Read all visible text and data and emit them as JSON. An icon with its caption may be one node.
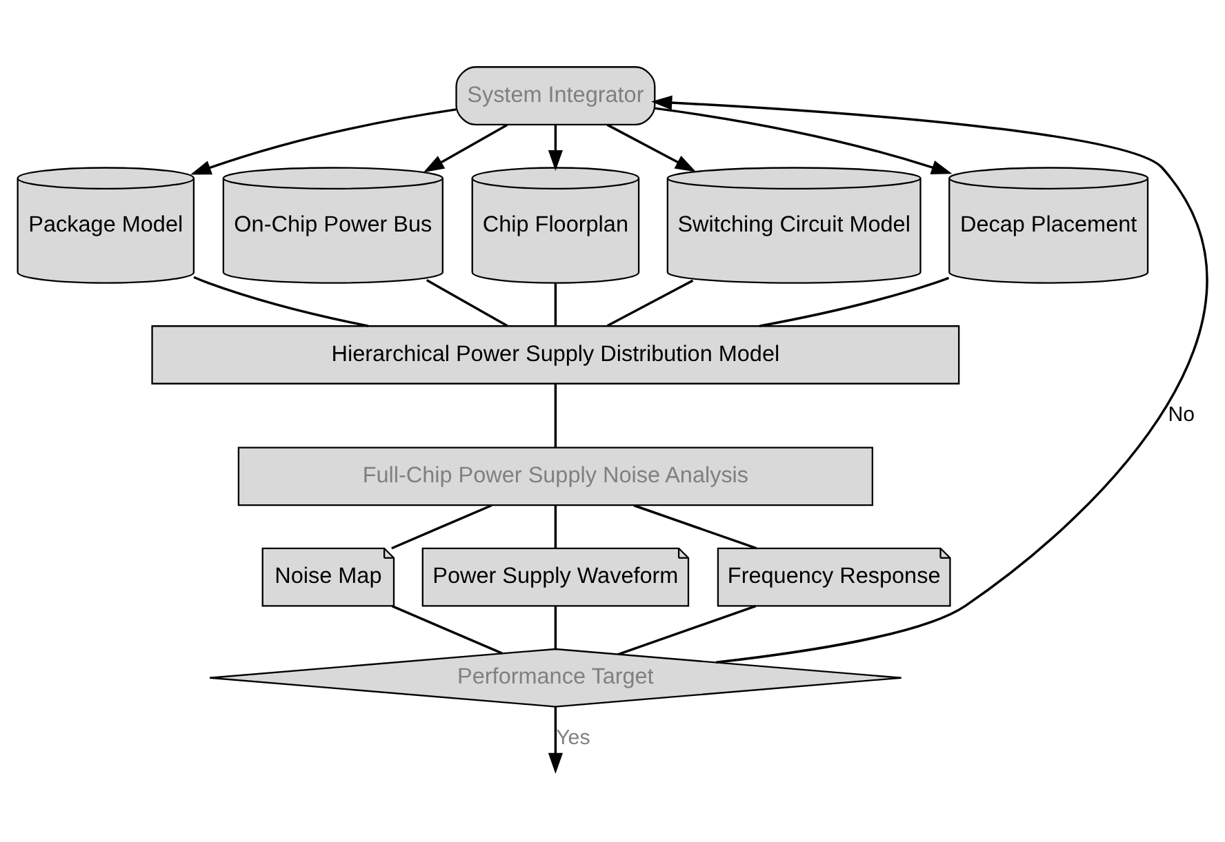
{
  "diagram": {
    "nodes": [
      {
        "text": [
          "System Integrator"
        ]
      },
      {
        "text": [
          "Package Model"
        ]
      },
      {
        "text": [
          "On-Chip Power Bus"
        ]
      },
      {
        "text": [
          "Chip Floorplan"
        ]
      },
      {
        "text": [
          "Switching Circuit Model"
        ]
      },
      {
        "text": [
          "Decap Placement"
        ]
      },
      {
        "text": [
          "Hierarchical Power Supply Distribution Model"
        ]
      },
      {
        "text": [
          "Full-Chip Power Supply Noise Analysis"
        ]
      },
      {
        "text": [
          "Noise Map"
        ]
      },
      {
        "text": [
          "Power Supply Waveform"
        ]
      },
      {
        "text": [
          "Frequency Response"
        ]
      },
      {
        "text": [
          "Performance Target"
        ]
      }
    ],
    "edges": [
      {
        "from": 0,
        "to": 1,
        "arrow": "to"
      },
      {
        "from": 0,
        "to": 2,
        "arrow": "to"
      },
      {
        "from": 0,
        "to": 3,
        "arrow": "to"
      },
      {
        "from": 0,
        "to": 4,
        "arrow": "to"
      },
      {
        "from": 0,
        "to": 5,
        "arrow": "to"
      },
      {
        "from": 1,
        "to": 6,
        "arrow": "none"
      },
      {
        "from": 2,
        "to": 6,
        "arrow": "none"
      },
      {
        "from": 3,
        "to": 6,
        "arrow": "none"
      },
      {
        "from": 4,
        "to": 6,
        "arrow": "none"
      },
      {
        "from": 5,
        "to": 6,
        "arrow": "none"
      },
      {
        "from": 6,
        "to": 7,
        "arrow": "none"
      },
      {
        "from": 7,
        "to": 8,
        "arrow": "none"
      },
      {
        "from": 7,
        "to": 9,
        "arrow": "none"
      },
      {
        "from": 7,
        "to": 10,
        "arrow": "none"
      },
      {
        "from": 8,
        "to": 11,
        "arrow": "none"
      },
      {
        "from": 9,
        "to": 11,
        "arrow": "none"
      },
      {
        "from": 10,
        "to": 11,
        "arrow": "none"
      },
      {
        "from": 11,
        "to": 0,
        "arrow": "to",
        "label": "No"
      },
      {
        "from": 11,
        "to": null,
        "arrow": "to",
        "label": "Yes"
      }
    ]
  }
}
